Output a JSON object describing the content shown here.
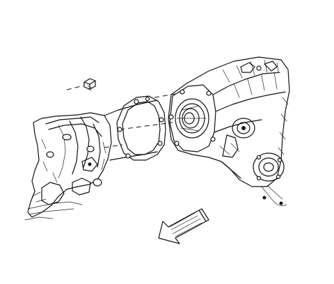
{
  "figure": {
    "components": [
      {
        "id": "bolt-icon",
        "kind": "fastener"
      },
      {
        "id": "gasket-icon",
        "kind": "seal"
      },
      {
        "id": "transmission-housing-icon",
        "kind": "assembly"
      },
      {
        "id": "transfer-case-icon",
        "kind": "assembly"
      }
    ],
    "direction_arrow": {
      "points": "toward-front",
      "style": "outlined-hatched"
    },
    "colors": {
      "ink": "#111111",
      "background": "#ffffff"
    }
  }
}
